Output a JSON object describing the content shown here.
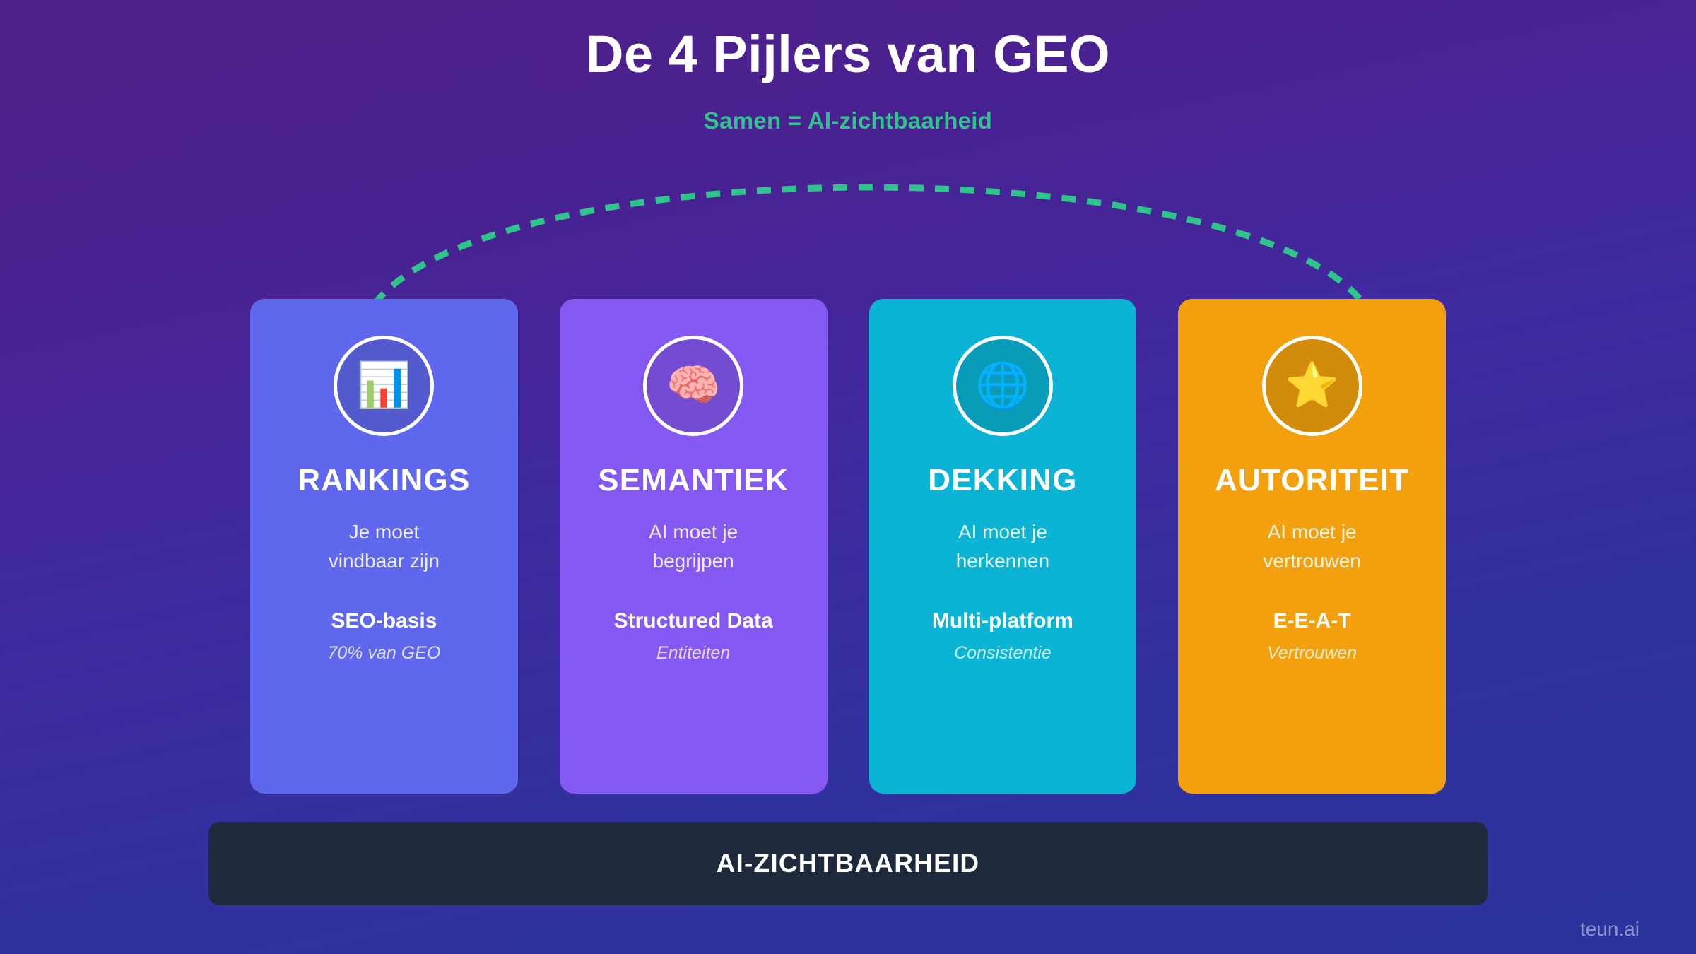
{
  "header": {
    "title": "De 4 Pijlers van GEO",
    "subtitle": "Samen = AI-zichtbaarheid"
  },
  "connector": {
    "name": "dashed-arc",
    "color": "#2FC48C",
    "style": "dashed"
  },
  "pillars": [
    {
      "id": "rankings",
      "icon": "📊",
      "icon_name": "bar-chart-icon",
      "title": "RANKINGS",
      "description": "Je moet\nvindbaar zijn",
      "metric": "SEO-basis",
      "note": "70% van GEO",
      "color": "#5F68ED"
    },
    {
      "id": "semantiek",
      "icon": "🧠",
      "icon_name": "brain-icon",
      "title": "SEMANTIEK",
      "description": "AI moet je\nbegrijpen",
      "metric": "Structured Data",
      "note": "Entiteiten",
      "color": "#8558F2"
    },
    {
      "id": "dekking",
      "icon": "🌐",
      "icon_name": "globe-icon",
      "title": "DEKKING",
      "description": "AI moet je\nherkennen",
      "metric": "Multi-platform",
      "note": "Consistentie",
      "color": "#0BB4D4"
    },
    {
      "id": "autoriteit",
      "icon": "⭐",
      "icon_name": "star-icon",
      "title": "AUTORITEIT",
      "description": "AI moet je\nvertrouwen",
      "metric": "E-E-A-T",
      "note": "Vertrouwen",
      "color": "#F3A00E"
    }
  ],
  "footer": {
    "bar_label": "AI-ZICHTBAARHEID",
    "bar_color": "#1E293B",
    "brand": "teun.ai"
  },
  "theme": {
    "background_top": "#4D2088",
    "background_bottom": "#2A349C",
    "accent_green": "#2FC48C",
    "text_primary": "#FFFFFF"
  }
}
